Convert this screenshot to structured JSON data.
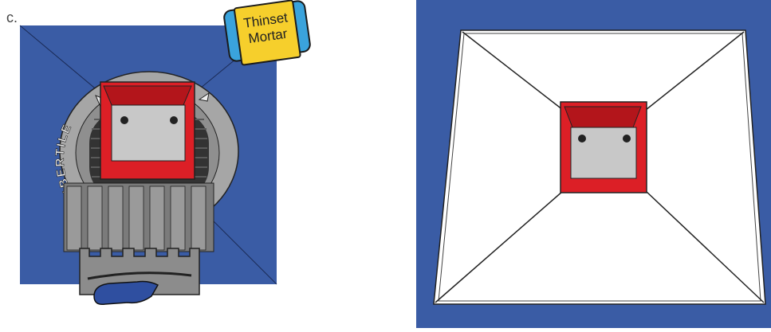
{
  "step": {
    "label": "c."
  },
  "badge": {
    "line1": "Thinset",
    "line2": "Mortar"
  },
  "ring": {
    "brand_text": "UBERTILE"
  },
  "colors": {
    "floor_blue": "#3a5ca5",
    "drain_red": "#dc1f26",
    "grate_gray": "#bdbdbd",
    "ring_gray": "#a6a6a6",
    "trowel_gray": "#8c8c8c",
    "handle_blue": "#2f4fa0",
    "membrane_white": "#ffffff",
    "badge_yellow": "#f6cf2c",
    "badge_blue": "#3aa3dc"
  }
}
